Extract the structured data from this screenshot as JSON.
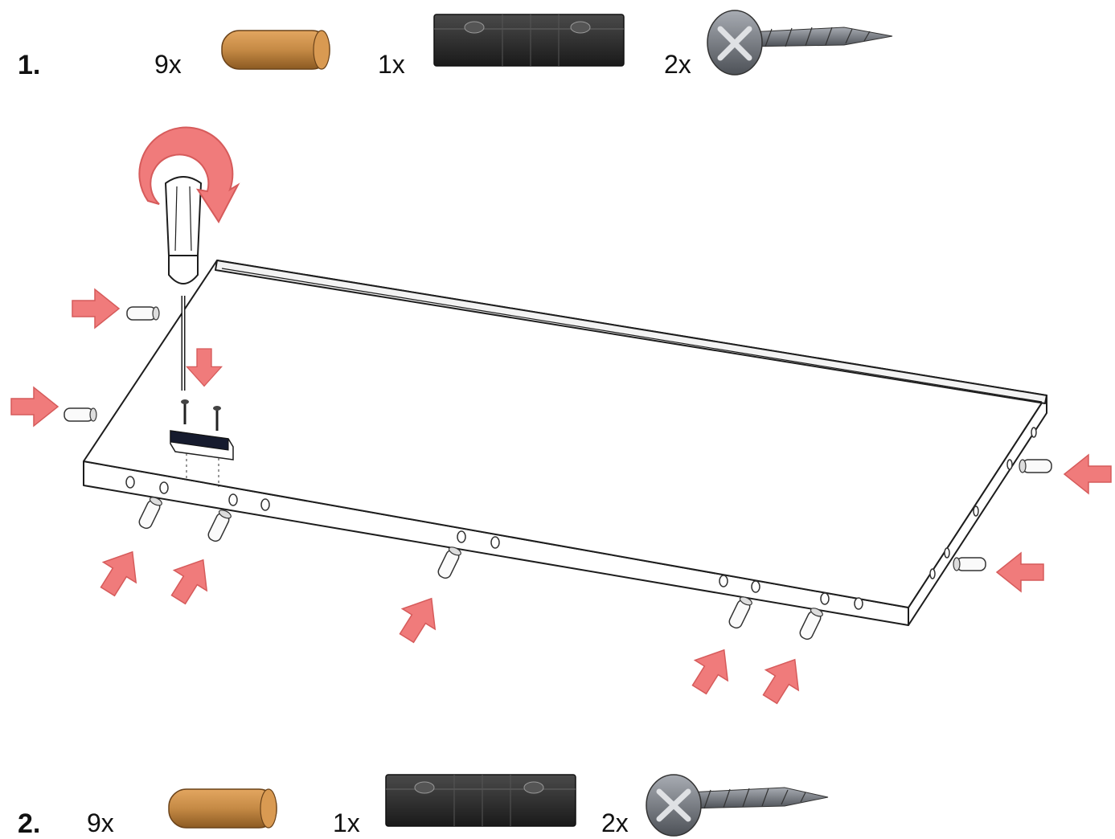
{
  "steps": [
    {
      "number": "1.",
      "parts": [
        {
          "icon": "wooden-dowel-icon",
          "qty": "9x"
        },
        {
          "icon": "connector-block-icon",
          "qty": "1x"
        },
        {
          "icon": "screw-icon",
          "qty": "2x"
        }
      ]
    },
    {
      "number": "2.",
      "parts": [
        {
          "icon": "wooden-dowel-icon",
          "qty": "9x"
        },
        {
          "icon": "connector-block-icon",
          "qty": "1x"
        },
        {
          "icon": "screw-icon",
          "qty": "2x"
        }
      ]
    }
  ],
  "colors": {
    "arrow": "#f07b7b",
    "arrow_stroke": "#d65b5b",
    "dowel": "#c58a45",
    "block": "#2b2b2b",
    "screw": "#6f737a",
    "outline": "#222222"
  }
}
